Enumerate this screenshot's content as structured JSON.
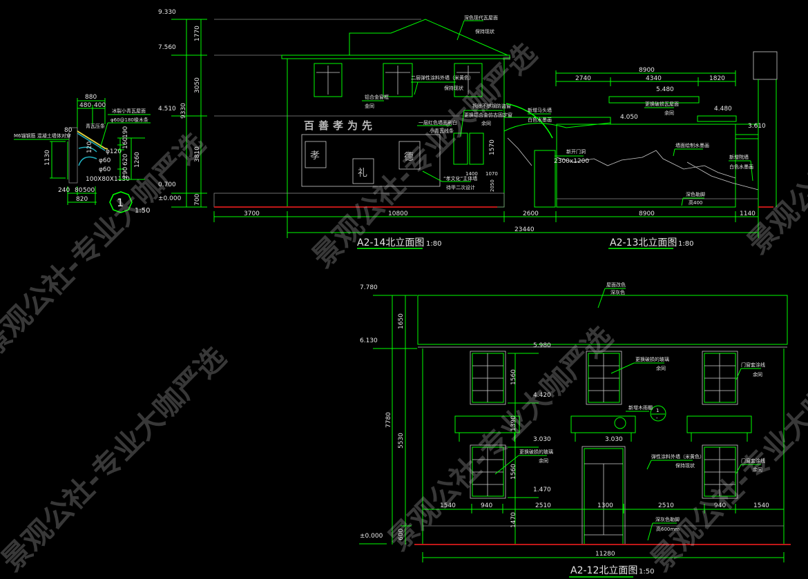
{
  "watermark": "景观公社-专业大咖严选",
  "colors": {
    "line": "#00ff00",
    "ground": "#c01818",
    "background": "#000000"
  },
  "detail_1": {
    "dims_top": {
      "total": "880",
      "a": "480",
      "b": "400"
    },
    "dims_right": [
      "190",
      "160",
      "620",
      "290"
    ],
    "dims_right_total": "1260",
    "dim_left": "1130",
    "dim_80": "80",
    "dims_bottom": {
      "a": "240",
      "b": "80",
      "c": "500",
      "total": "820"
    },
    "notes": {
      "wall_anchor": "M6锚钢筋 混凝土墙体对穿",
      "roof": "冰裂小青瓦屋面",
      "rafter": "φ60@180椽木条",
      "ridge": "青瓦压条",
      "d120": "φ120",
      "d60a": "φ60",
      "d60b": "φ60",
      "beam": "100X80X1130",
      "dim120": "120"
    },
    "index": "1",
    "scale": "1:50"
  },
  "elev_14": {
    "levels": [
      "9.330",
      "7.560",
      "4.510",
      "0.700",
      "±0.000"
    ],
    "dims_vertical": [
      "1770",
      "3050",
      "3810",
      "700"
    ],
    "dim_total": "9330",
    "dims_bottom": [
      "3700",
      "10800"
    ],
    "wall_slogan": "百善孝为先",
    "relief_chars": [
      "孝",
      "德",
      "礼"
    ],
    "notes": {
      "roof": "深色现代瓦屋面",
      "roof2": "保持现状",
      "wall2": "二层弹性涂料外墙（米黄色）",
      "wall2b": "保持现状",
      "window": "铝合金窗框",
      "window2": "金同",
      "wall1": "一层红色墙面刷白",
      "wall1b": "小青瓦线条",
      "relief": "“孝文化”主体墙",
      "relief2": "待甲二次设计",
      "window_new": "拆除不锈钢防盗窗",
      "window_new2": "更换铝合金仿古固定窗",
      "window_new3": "余同",
      "dim_w": "1400",
      "dim_h1": "1070",
      "dim_h2": "1570",
      "dim_h3": "2050"
    },
    "title": "A2-14北立面图",
    "scale": "1:80"
  },
  "elev_13": {
    "dims_top_total": "8900",
    "dims_top": [
      "2740",
      "4340",
      "1820"
    ],
    "levels": [
      "5.480",
      "4.050",
      "4.480",
      "3.610"
    ],
    "dims_bottom": [
      "2600",
      "8900",
      "1140"
    ],
    "dim_total": "23440",
    "notes": {
      "eave": "更换破损瓦屋面",
      "eave2": "余同",
      "gable": "新增马头墙",
      "gable2": "白色水墨画",
      "door": "新开门洞",
      "door_size": "2300x1200",
      "mural": "墙面绘制水墨画",
      "right": "新增院墙",
      "right2": "白色水墨画",
      "plinth": "深色勒脚",
      "plinth2": "高400"
    },
    "title": "A2-13北立面图",
    "scale": "1:80"
  },
  "elev_12": {
    "levels": [
      "7.780",
      "6.130",
      "±0.000"
    ],
    "inner_levels": [
      "5.980",
      "4.420",
      "3.030",
      "1.470"
    ],
    "door_level": "3.030",
    "dims_left": [
      "1650",
      "5530",
      "600"
    ],
    "dim_total": "7780",
    "dims_inner": [
      "1560",
      "1390",
      "1560",
      "1470"
    ],
    "dims_horizontal": [
      "1540",
      "940",
      "2510",
      "1300",
      "2510",
      "940",
      "1540"
    ],
    "dim_width": "11280",
    "notes": {
      "roof": "屋面改色",
      "roof2": "深灰色",
      "window": "更换破损的玻璃",
      "window2": "余同",
      "frame": "门窗套涂线",
      "frame2": "余同",
      "frame_b": "门窗套涂线",
      "frame_b2": "余同",
      "canopy": "新增木雨棚",
      "wall": "弹性涂料外墙（米黄色）",
      "wall2": "保持现状",
      "window_l": "更换破损的玻璃",
      "window_l2": "余同",
      "plinth": "深灰色勒脚",
      "plinth2": "高600mm"
    },
    "detail_ref": "1",
    "detail_ref_sub": "-",
    "title": "A2-12北立面图",
    "scale": "1:50"
  }
}
